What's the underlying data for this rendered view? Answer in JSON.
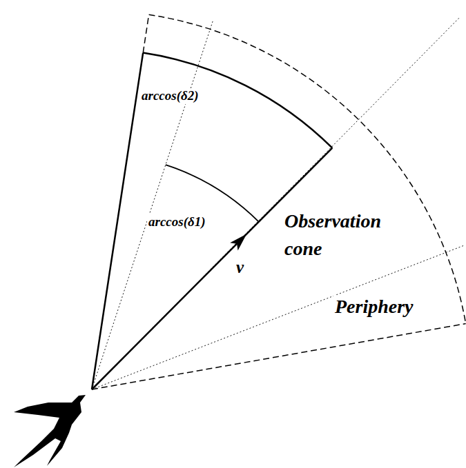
{
  "diagram": {
    "labels": [
      "arccos(δ2)",
      "arccos(δ1)",
      "Observation cone",
      "v",
      "Periphery"
    ]
  }
}
